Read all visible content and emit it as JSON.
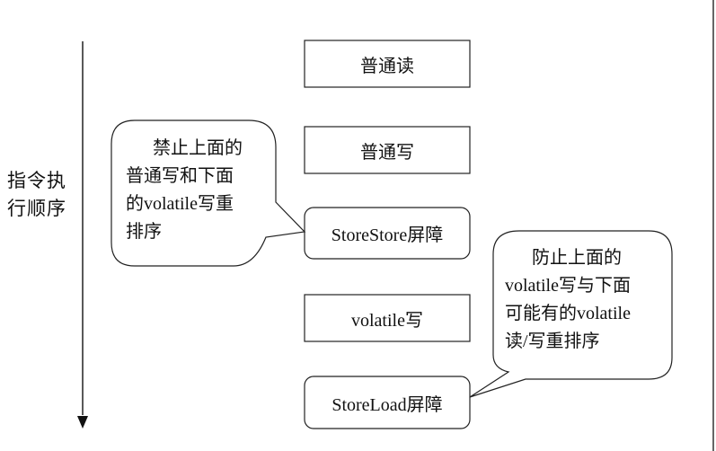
{
  "axis": {
    "line1": "指令执",
    "line2": "行顺序"
  },
  "steps": [
    {
      "label": "普通读"
    },
    {
      "label": "普通写"
    },
    {
      "label": "StoreStore屏障"
    },
    {
      "label": "volatile写"
    },
    {
      "label": "StoreLoad屏障"
    }
  ],
  "notes": {
    "left": {
      "lines": [
        "禁止上面的",
        "普通写和下面",
        "的volatile写重",
        "排序"
      ]
    },
    "right": {
      "lines": [
        "防止上面的",
        "volatile写与下面",
        "可能有的volatile",
        "读/写重排序"
      ]
    }
  }
}
